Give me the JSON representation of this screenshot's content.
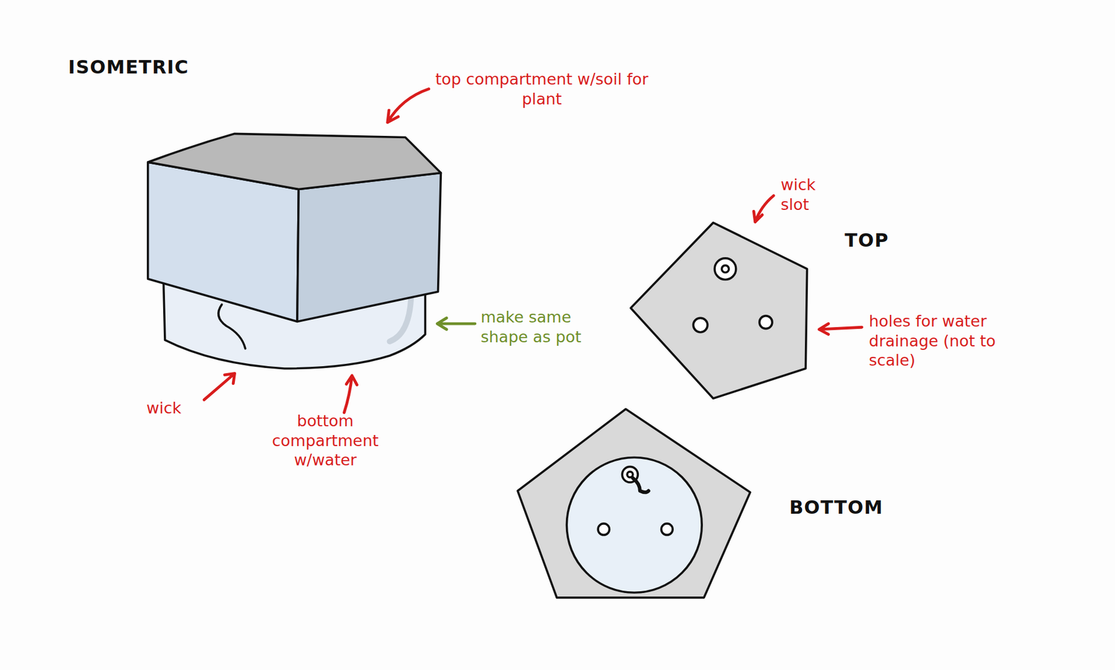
{
  "diagram": {
    "labels": [
      "ISOMETRIC",
      "top compartment w/soil for plant",
      "make same shape as pot",
      "wick slot",
      "TOP",
      "holes for water drainage (not to scale)",
      "wick",
      "bottom compartment w/water",
      "BOTTOM"
    ]
  }
}
